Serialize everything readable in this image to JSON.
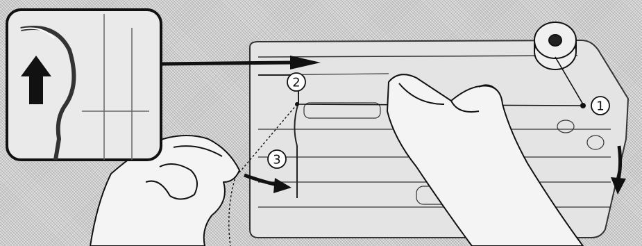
{
  "figure": {
    "kind": "sewing-machine-threading-illustration",
    "steps": [
      {
        "id": "1",
        "label": "1"
      },
      {
        "id": "2",
        "label": "2"
      },
      {
        "id": "3",
        "label": "3"
      }
    ],
    "icons": {
      "inset_arrow": "up-arrow-icon",
      "callout_arrow": "right-arrow-icon",
      "pull_arrow": "curved-arrow-right-icon",
      "handwheel_arrow": "curved-arrow-down-icon"
    },
    "colors": {
      "ink": "#111111",
      "paper": "#d0d0d0",
      "panel": "#e6e6e6"
    }
  }
}
